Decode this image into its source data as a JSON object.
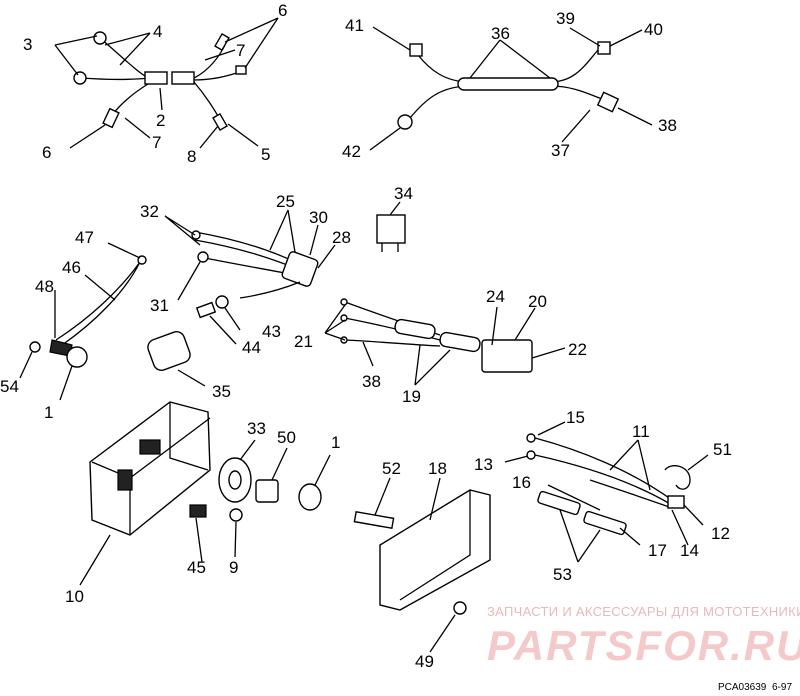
{
  "callouts": [
    "1",
    "2",
    "3",
    "4",
    "5",
    "6",
    "7",
    "8",
    "9",
    "10",
    "11",
    "12",
    "13",
    "14",
    "15",
    "16",
    "17",
    "18",
    "19",
    "20",
    "21",
    "22",
    "24",
    "25",
    "28",
    "30",
    "31",
    "32",
    "33",
    "34",
    "35",
    "36",
    "37",
    "38",
    "39",
    "40",
    "41",
    "42",
    "43",
    "44",
    "45",
    "46",
    "47",
    "48",
    "49",
    "50",
    "51",
    "52",
    "53",
    "54"
  ],
  "watermark": {
    "tagline": "ЗАПЧАСТИ И АКСЕССУАРЫ ДЛЯ МОТОТЕХНИКИ",
    "brand": "PARTSFOR.RU"
  },
  "figure_code": "PCA03639",
  "figure_date": "6-97"
}
